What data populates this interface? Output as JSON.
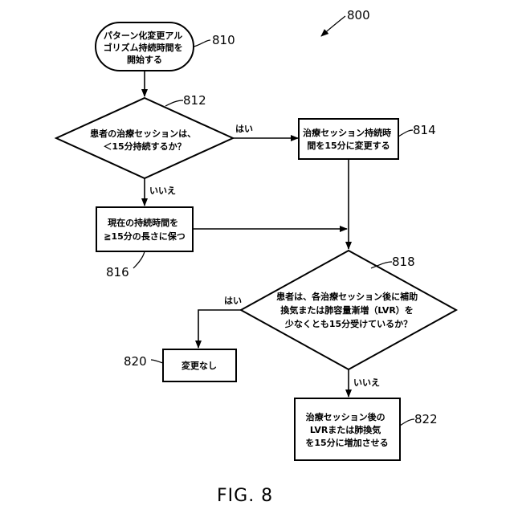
{
  "figure": {
    "ref": "800",
    "caption": "FIG. 8"
  },
  "nodes": {
    "n810": {
      "ref": "810",
      "lines": [
        "パターン化変更アル",
        "ゴリズム持続時間を",
        "開始する"
      ]
    },
    "n812": {
      "ref": "812",
      "lines": [
        "患者の治療セッションは、",
        "＜15分持続するか？"
      ]
    },
    "n814": {
      "ref": "814",
      "lines": [
        "治療セッション持続時",
        "間を15分に変更する"
      ]
    },
    "n816": {
      "ref": "816",
      "lines": [
        "現在の持続時間を",
        "≧15分の長さに保つ"
      ]
    },
    "n818": {
      "ref": "818",
      "lines": [
        "患者は、各治療セッション後に補助",
        "換気または肺容量漸増（LVR）を",
        "少なくとも15分受けているか？"
      ]
    },
    "n820": {
      "ref": "820",
      "lines": [
        "変更なし"
      ]
    },
    "n822": {
      "ref": "822",
      "lines": [
        "治療セッション後の",
        "LVRまたは肺換気",
        "を15分に増加させる"
      ]
    }
  },
  "edges": {
    "yes_812": "はい",
    "no_812": "いいえ",
    "yes_818": "はい",
    "no_818": "いいえ"
  }
}
